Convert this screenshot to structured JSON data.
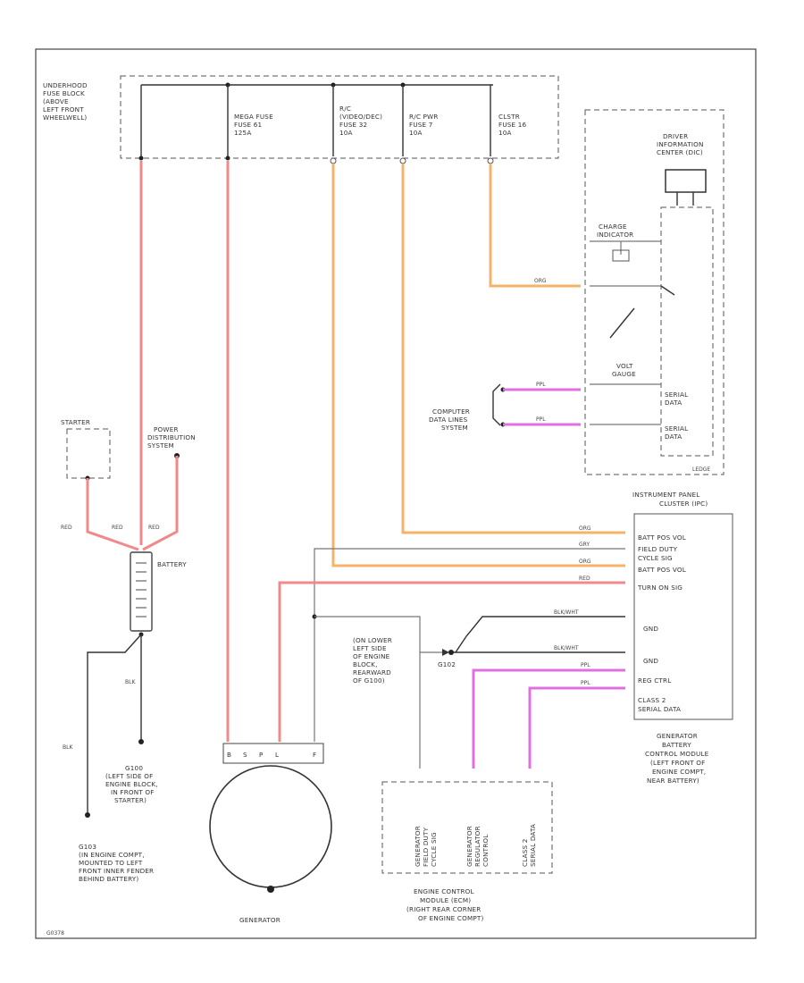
{
  "fuse_block": {
    "label": [
      "UNDERHOOD",
      "FUSE BLOCK",
      "(ABOVE",
      "LEFT FRONT",
      "WHEELWELL)"
    ]
  },
  "fuses": [
    {
      "label": [
        "MEGA FUSE",
        "FUSE 61",
        "125A"
      ]
    },
    {
      "label": [
        "R/C",
        "(VIDEO/DEC)",
        "FUSE 32",
        "10A"
      ]
    },
    {
      "label": [
        "R/C PWR",
        "FUSE 7",
        "10A"
      ]
    },
    {
      "label": [
        "CLSTR",
        "FUSE 16",
        "10A"
      ]
    }
  ],
  "dic": {
    "label": [
      "DRIVER",
      "INFORMATION",
      "CENTER (DIC)"
    ],
    "charge_label": [
      "CHARGE",
      "INDICATOR"
    ],
    "volt_label": [
      "VOLT",
      "GAUGE"
    ],
    "serial1": [
      "SERIAL",
      "DATA"
    ],
    "serial2": [
      "SERIAL",
      "DATA"
    ],
    "ledge": "LEDGE"
  },
  "computer_data": {
    "label": [
      "COMPUTER",
      "DATA LINES",
      "SYSTEM"
    ]
  },
  "starter": {
    "label": "STARTER"
  },
  "power_dist": {
    "label": [
      "POWER",
      "DISTRIBUTION",
      "SYSTEM"
    ]
  },
  "battery": {
    "label": "BATTERY",
    "wires": [
      "RED",
      "RED",
      "RED"
    ]
  },
  "ipc": {
    "label": [
      "INSTRUMENT PANEL",
      "CLUSTER (IPC)"
    ],
    "pins": [
      "BATT POS VOL",
      "FIELD DUTY",
      "CYCLE SIG",
      "BATT POS VOL",
      "TURN ON SIG",
      "GND",
      "GND",
      "REG CTRL",
      "CLASS 2",
      "SERIAL DATA"
    ]
  },
  "gcm": {
    "label": [
      "GENERATOR",
      "BATTERY",
      "CONTROL MODULE",
      "(LEFT FRONT OF",
      "ENGINE COMPT,",
      "NEAR BATTERY)"
    ]
  },
  "ground_g100": {
    "label": [
      "G100",
      "(LEFT SIDE OF",
      "ENGINE BLOCK,",
      "IN FRONT OF",
      "STARTER)"
    ]
  },
  "ground_g103": {
    "label": [
      "G103",
      "(IN ENGINE COMPT,",
      "MOUNTED TO LEFT",
      "FRONT INNER FENDER",
      "BEHIND BATTERY)"
    ]
  },
  "ground_g102": {
    "label": [
      "G102",
      "(ON LOWER",
      "LEFT SIDE",
      "OF ENGINE",
      "BLOCK,",
      "REARWARD",
      "OF G100)"
    ]
  },
  "generator": {
    "label": "GENERATOR",
    "pins": [
      "B",
      "S",
      "P",
      "L",
      "F"
    ]
  },
  "ecm": {
    "label": [
      "ENGINE CONTROL",
      "MODULE (ECM)",
      "(RIGHT REAR CORNER",
      "OF ENGINE COMPT)"
    ],
    "pins": [
      [
        "GENERATOR",
        "FIELD DUTY",
        "CYCLE SIG"
      ],
      [
        "GENERATOR",
        "REGULATOR",
        "CONTROL"
      ],
      [
        "CLASS 2",
        "SERIAL DATA"
      ]
    ]
  },
  "wire_codes": {
    "red": "RED",
    "org": "ORG",
    "ppl": "PPL",
    "blkwht": "BLK/WHT",
    "gry": "GRY",
    "blk": "BLK"
  },
  "figure_id": "G0378"
}
